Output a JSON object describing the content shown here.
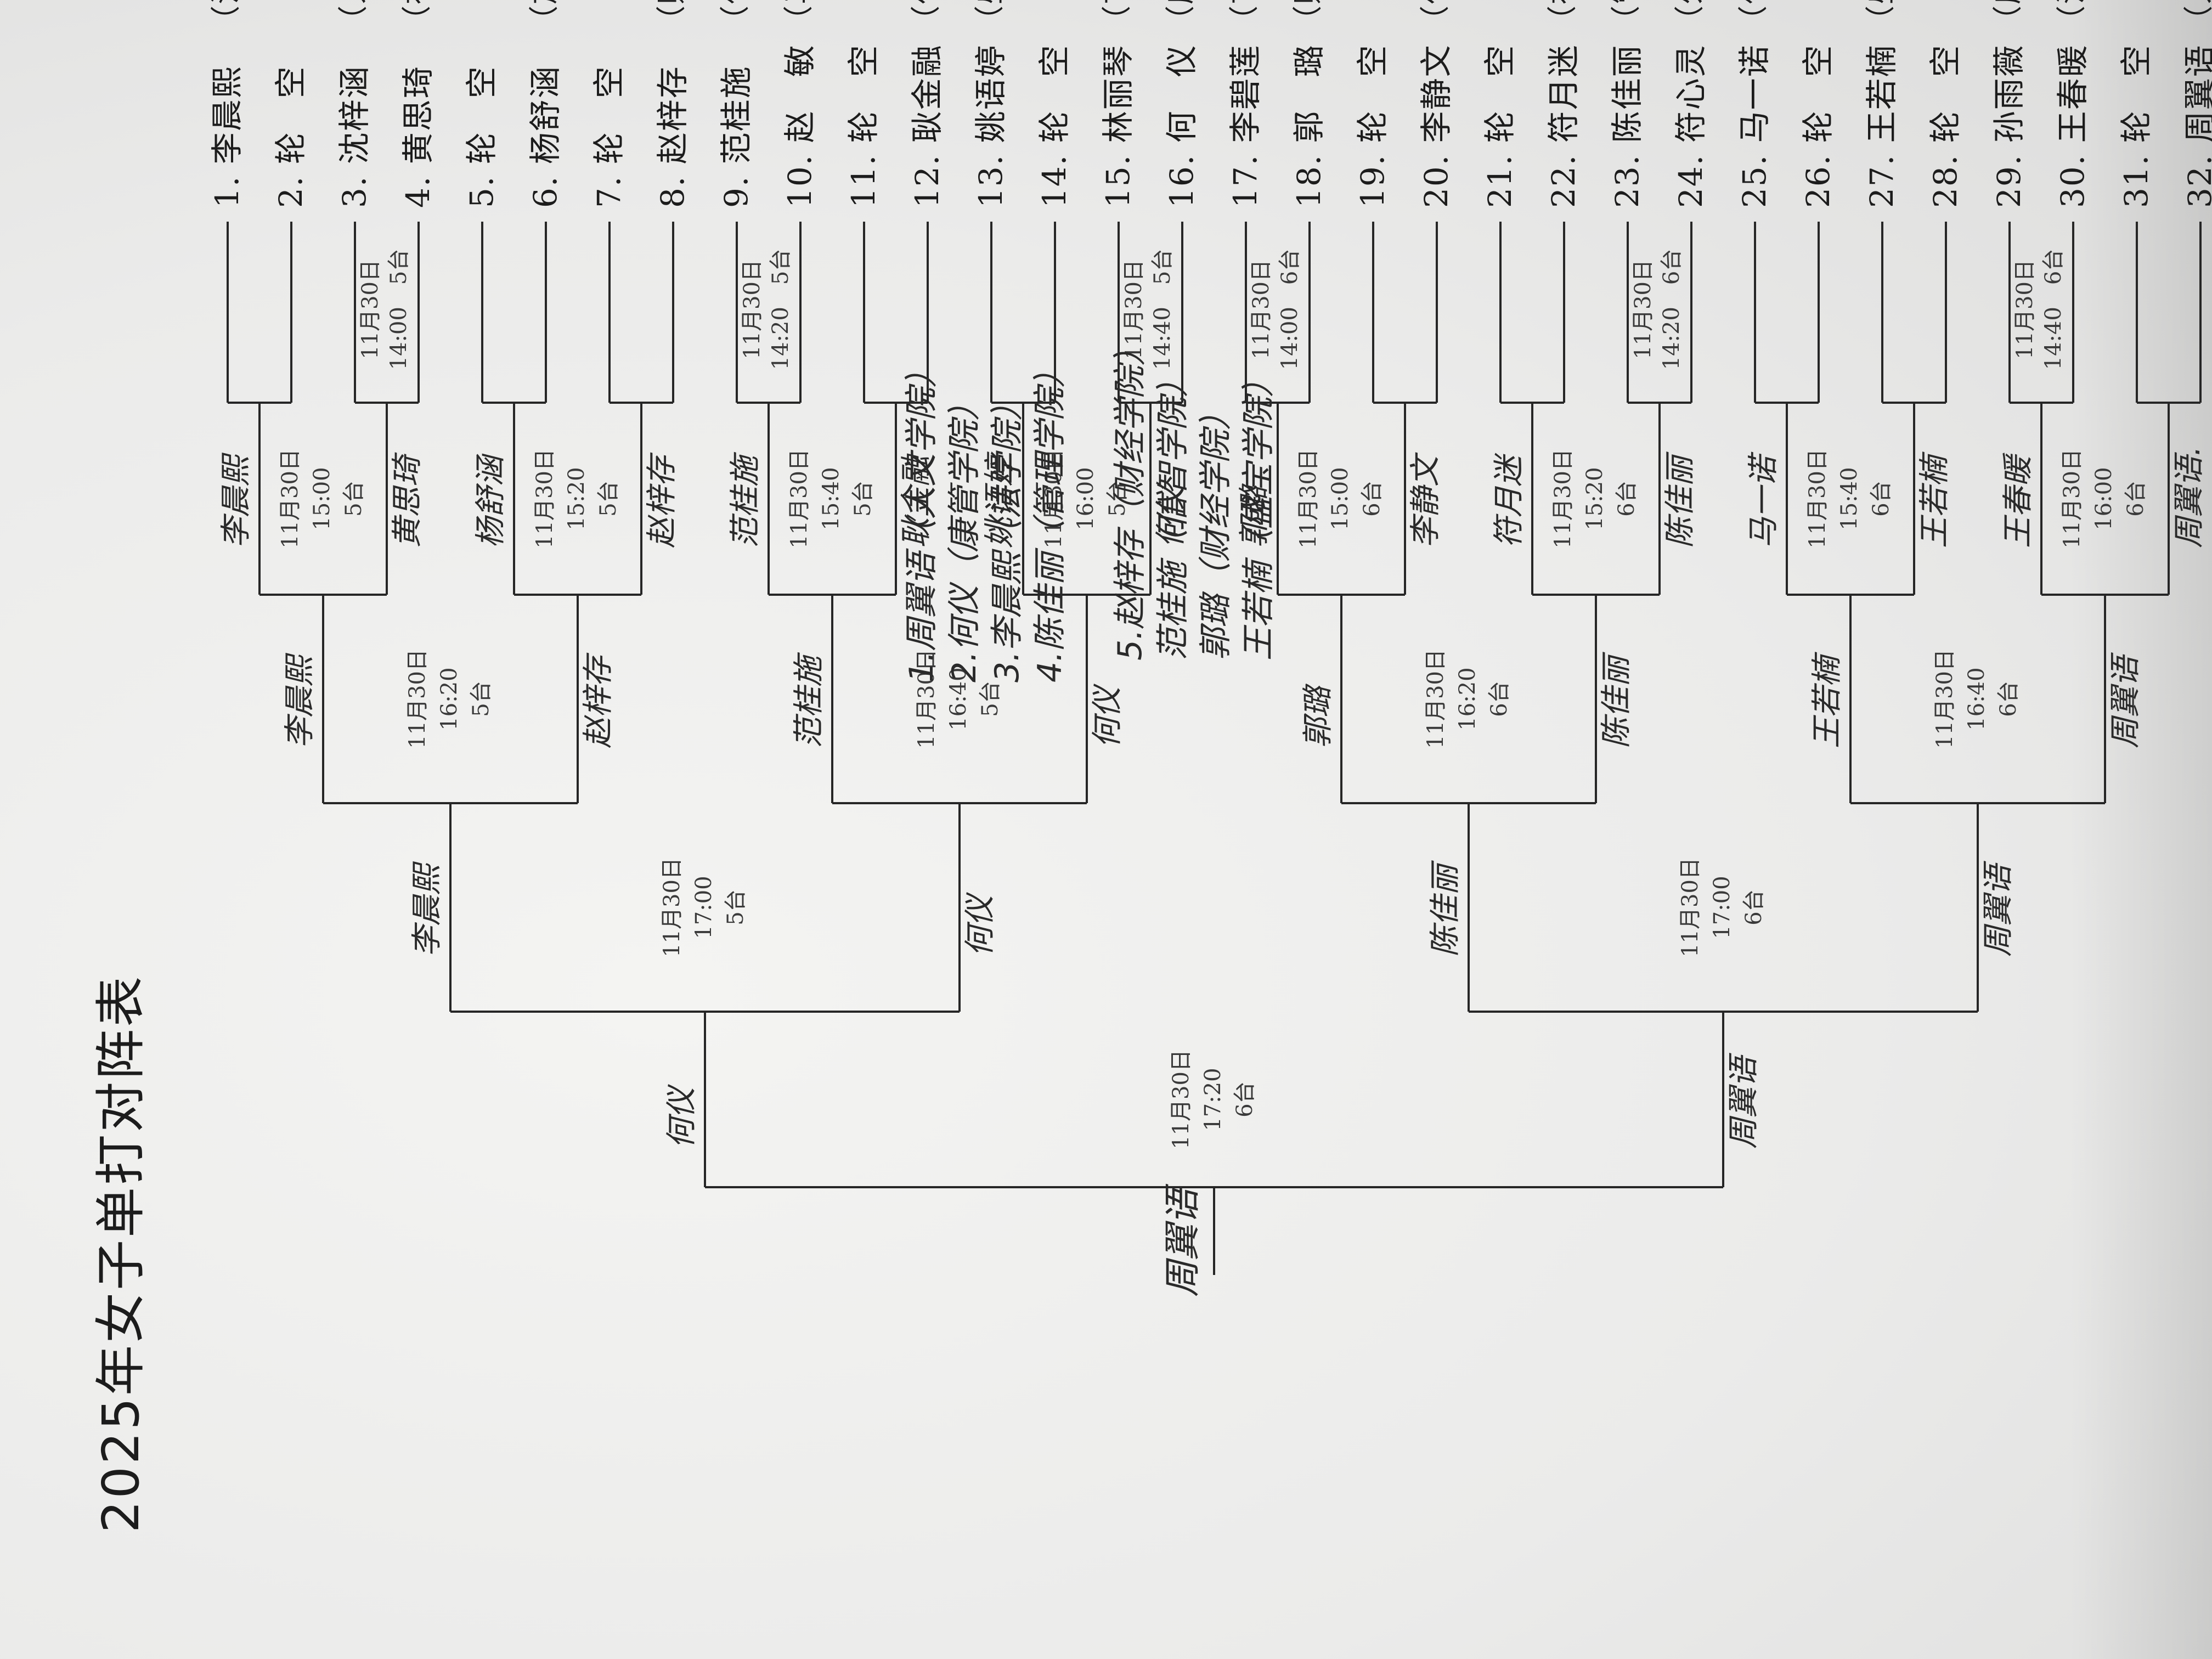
{
  "title": "2025年女子单打对阵表",
  "entries": [
    {
      "label": "1. 李晨熙",
      "college": "（法　学院）"
    },
    {
      "label": "2. 轮　空",
      "college": ""
    },
    {
      "label": "3. 沈梓涵",
      "college": "（人文学院）"
    },
    {
      "label": "4. 黄思琦",
      "college": "（社会学院）"
    },
    {
      "label": "5. 轮　空",
      "college": ""
    },
    {
      "label": "6. 杨舒涵",
      "college": "（旅酒学院）"
    },
    {
      "label": "7. 轮　空",
      "college": ""
    },
    {
      "label": "8. 赵梓存",
      "college": "（财经学院）"
    },
    {
      "label": "9. 范桂施",
      "college": "（信智学院）"
    },
    {
      "label": "10. 赵　敏",
      "college": "（马克思学院）"
    },
    {
      "label": "11. 轮　空",
      "college": ""
    },
    {
      "label": "12. 耿金融",
      "college": "（体育学院）"
    },
    {
      "label": "13. 姚语婷",
      "college": "（盛宝学院）"
    },
    {
      "label": "14. 轮　空",
      "college": ""
    },
    {
      "label": "15. 林丽琴",
      "college": "（艺术学院）"
    },
    {
      "label": "16. 何　仪",
      "college": "（康管学院）"
    },
    {
      "label": "17. 李碧莲",
      "college": "（艺术学院）"
    },
    {
      "label": "18. 郭　璐",
      "college": "（财经学院）"
    },
    {
      "label": "19. 轮　空",
      "college": ""
    },
    {
      "label": "20. 李静文",
      "college": "（体育学院）"
    },
    {
      "label": "21. 轮　空",
      "college": ""
    },
    {
      "label": "22. 符月迷",
      "college": "（社会学院）"
    },
    {
      "label": "23. 陈佳丽",
      "college": "（管理学院）"
    },
    {
      "label": "24. 符心灵",
      "college": "（外语学院）"
    },
    {
      "label": "25. 马一诺",
      "college": "（信智学院）"
    },
    {
      "label": "26. 轮　空",
      "college": ""
    },
    {
      "label": "27. 王若楠",
      "college": "（盛宝学院）"
    },
    {
      "label": "28. 轮　空",
      "college": ""
    },
    {
      "label": "29. 孙雨薇",
      "college": "（康管学院）"
    },
    {
      "label": "30. 王春暖",
      "college": "（法　学院）"
    },
    {
      "label": "31. 轮　空",
      "college": ""
    },
    {
      "label": "32. 周翼语",
      "college": "（人文学院）"
    }
  ],
  "round1": [
    {
      "lines": [],
      "winner": ""
    },
    {
      "lines": [
        "11月30日",
        "14:00　5台"
      ],
      "winner": ""
    },
    {
      "lines": [],
      "winner": ""
    },
    {
      "lines": [],
      "winner": ""
    },
    {
      "lines": [
        "11月30日",
        "14:20　5台"
      ],
      "winner": ""
    },
    {
      "lines": [],
      "winner": ""
    },
    {
      "lines": [],
      "winner": ""
    },
    {
      "lines": [
        "11月30日",
        "14:40　5台"
      ],
      "winner": ""
    },
    {
      "lines": [
        "11月30日",
        "14:00　6台"
      ],
      "winner": ""
    },
    {
      "lines": [],
      "winner": ""
    },
    {
      "lines": [],
      "winner": ""
    },
    {
      "lines": [
        "11月30日",
        "14:20　6台"
      ],
      "winner": ""
    },
    {
      "lines": [],
      "winner": ""
    },
    {
      "lines": [],
      "winner": ""
    },
    {
      "lines": [
        "11月30日",
        "14:40　6台"
      ],
      "winner": ""
    },
    {
      "lines": [],
      "winner": ""
    }
  ],
  "round2": [
    {
      "lines": [
        "11月30日",
        "15:00",
        "5台"
      ],
      "win_a": "李晨熙",
      "win_b": "黄思琦"
    },
    {
      "lines": [
        "11月30日",
        "15:20",
        "5台"
      ],
      "win_a": "杨舒涵",
      "win_b": "赵梓存"
    },
    {
      "lines": [
        "11月30日",
        "15:40",
        "5台"
      ],
      "win_a": "范桂施",
      "win_b": "耿金融"
    },
    {
      "lines": [
        "11月30日",
        "16:00",
        "5台"
      ],
      "win_a": "姚语婷",
      "win_b": "何仪"
    },
    {
      "lines": [
        "11月30日",
        "15:00",
        "6台"
      ],
      "win_a": "郭璐",
      "win_b": "李静文"
    },
    {
      "lines": [
        "11月30日",
        "15:20",
        "6台"
      ],
      "win_a": "符月迷",
      "win_b": "陈佳丽"
    },
    {
      "lines": [
        "11月30日",
        "15:40",
        "6台"
      ],
      "win_a": "马一诺",
      "win_b": "王若楠"
    },
    {
      "lines": [
        "11月30日",
        "16:00",
        "6台"
      ],
      "win_a": "王春暖",
      "win_b": "周翼语."
    }
  ],
  "round3": [
    {
      "lines": [
        "11月30日",
        "16:20",
        "5台"
      ],
      "win_a": "李晨熙",
      "win_b": "赵梓存"
    },
    {
      "lines": [
        "11月30日",
        "16:40",
        "5台"
      ],
      "win_a": "范桂施",
      "win_b": "何仪"
    },
    {
      "lines": [
        "11月30日",
        "16:20",
        "6台"
      ],
      "win_a": "郭璐",
      "win_b": "陈佳丽"
    },
    {
      "lines": [
        "11月30日",
        "16:40",
        "6台"
      ],
      "win_a": "王若楠",
      "win_b": "周翼语"
    }
  ],
  "round4": [
    {
      "lines": [
        "11月30日",
        "17:00",
        "5台"
      ],
      "win_a": "李晨熙",
      "win_b": "何仪"
    },
    {
      "lines": [
        "11月30日",
        "17:00",
        "6台"
      ],
      "win_a": "陈佳丽",
      "win_b": "周翼语"
    }
  ],
  "final": {
    "lines": [
      "11月30日",
      "17:20",
      "6台"
    ],
    "win_a": "何仪",
    "win_b": "周翼语"
  },
  "champion": "周翼语",
  "seeds": [
    "1.周翼语（人文学院）",
    "2.何仪（康管学院）",
    "3.李晨熙（法学院）",
    "4.陈佳丽（管理学院）",
    "5.赵梓存（财经学院）",
    "范桂施（信智学院）",
    "郭璐（财经学院）",
    "王若楠（盛宝学院）"
  ]
}
